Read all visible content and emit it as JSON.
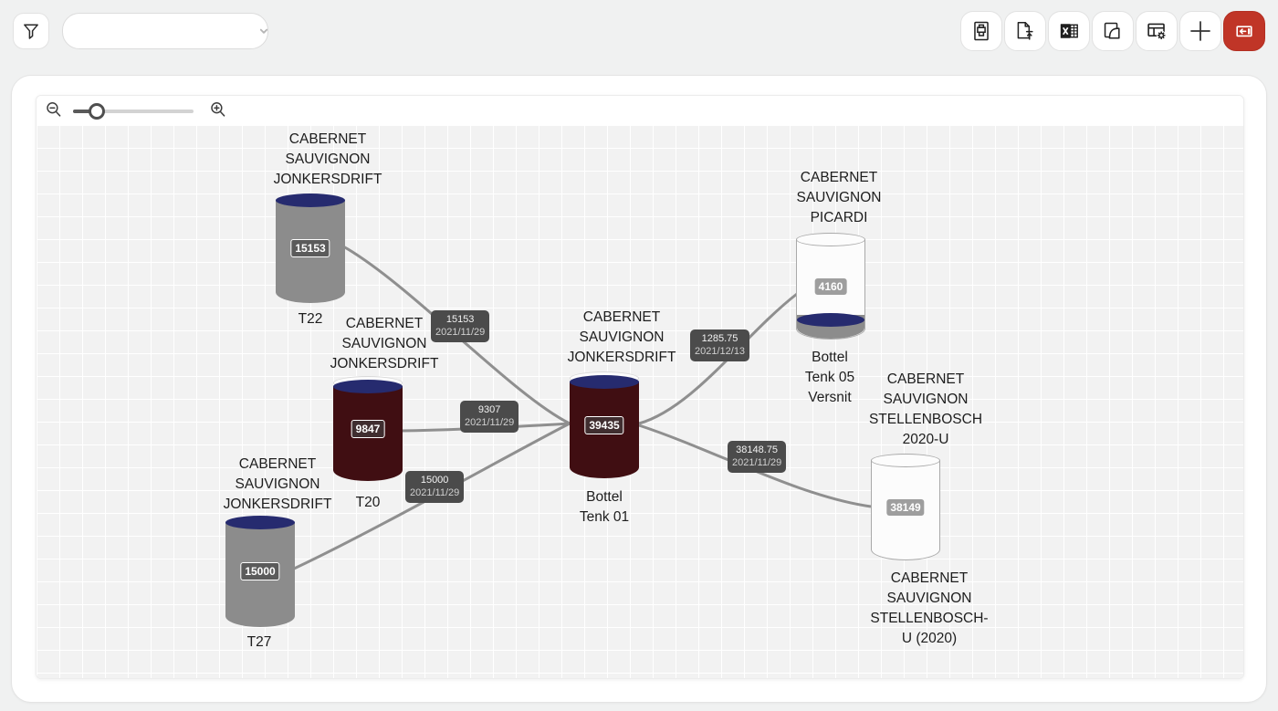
{
  "toolbar": {
    "filter_button": {
      "icon": "filter-icon"
    },
    "combobox": {
      "value": "",
      "placeholder": ""
    },
    "action_buttons": [
      {
        "id": "print-report",
        "icon": "print-document-icon"
      },
      {
        "id": "import-file",
        "icon": "file-upload-icon"
      },
      {
        "id": "export-excel",
        "icon": "excel-icon"
      },
      {
        "id": "documents",
        "icon": "folder-document-icon"
      },
      {
        "id": "table-settings",
        "icon": "table-settings-icon"
      },
      {
        "id": "add",
        "icon": "plus-icon"
      },
      {
        "id": "toggle-side-panel",
        "icon": "panel-collapse-icon",
        "active": true
      }
    ],
    "accent_color": "#c03527"
  },
  "diagram": {
    "zoom_controls": {
      "zoom_out": "magnifier-minus",
      "zoom_in": "magnifier-plus",
      "slider_value_pct": 20
    },
    "nodes": [
      {
        "id": "t22",
        "title": "CABERNET\nSAUVIGNON\nJONKERSDRIFT",
        "name": "T22",
        "value": "15153",
        "fill": "gray-full"
      },
      {
        "id": "t20",
        "title": "CABERNET\nSAUVIGNON\nJONKERSDRIFT",
        "name": "T20",
        "value": "9847",
        "fill": "wine"
      },
      {
        "id": "t27",
        "title": "CABERNET\nSAUVIGNON\nJONKERSDRIFT",
        "name": "T27",
        "value": "15000",
        "fill": "gray-full"
      },
      {
        "id": "bottel-tenk-01",
        "title": "CABERNET\nSAUVIGNON\nJONKERSDRIFT",
        "name": "Bottel\nTenk 01",
        "value": "39435",
        "fill": "wine"
      },
      {
        "id": "bottel-tenk-05",
        "title": "CABERNET\nSAUVIGNON\nPICARDI",
        "name": "Bottel\nTenk 05\nVersnit",
        "value": "4160",
        "fill": "partial"
      },
      {
        "id": "stellenbosch-u",
        "title": "CABERNET\nSAUVIGNON\nSTELLENBOSCH\n2020-U",
        "name": "CABERNET\nSAUVIGNON\nSTELLENBOSCH-\nU (2020)",
        "value": "38149",
        "fill": "empty"
      }
    ],
    "edges": [
      {
        "from": "t22",
        "to": "bottel-tenk-01",
        "amount": "15153",
        "date": "2021/11/29"
      },
      {
        "from": "t20",
        "to": "bottel-tenk-01",
        "amount": "9307",
        "date": "2021/11/29"
      },
      {
        "from": "t27",
        "to": "bottel-tenk-01",
        "amount": "15000",
        "date": "2021/11/29"
      },
      {
        "from": "bottel-tenk-01",
        "to": "bottel-tenk-05",
        "amount": "1285.75",
        "date": "2021/12/13"
      },
      {
        "from": "bottel-tenk-01",
        "to": "stellenbosch-u",
        "amount": "38148.75",
        "date": "2021/11/29"
      }
    ],
    "colors": {
      "tank_gray": "#8c8c8c",
      "wine": "#400e12",
      "cap_navy": "#262b6f",
      "edge_line": "#8f8f8f",
      "edge_label_bg": "#4b4b4b",
      "grid_bg": "#f2f2f2"
    }
  }
}
